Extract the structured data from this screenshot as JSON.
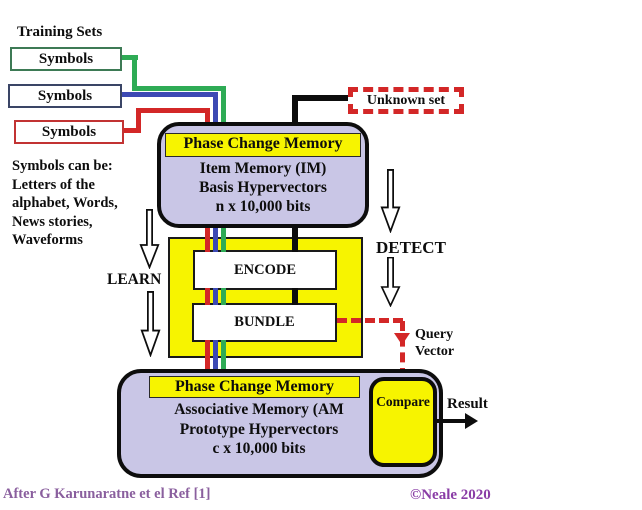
{
  "colors": {
    "lavender": "#c9c6e6",
    "yellow": "#f7f400",
    "wire_green": "#2eab55",
    "wire_blue": "#3c49b4",
    "wire_red": "#d32727",
    "wire_black": "#0d0d0d",
    "footer_left_color": "#8a5f9e",
    "footer_right_color": "#8a3da6"
  },
  "labels": {
    "training_sets": "Training Sets",
    "symbols_1": "Symbols",
    "symbols_2": "Symbols",
    "symbols_3": "Symbols",
    "symbols_note": [
      "Symbols can be:",
      "Letters of the",
      "alphabet, Words,",
      "News stories,",
      "Waveforms"
    ],
    "unknown_set": "Unknown set",
    "learn": "LEARN",
    "detect": "DETECT",
    "query_vector": [
      "Query",
      "Vector"
    ],
    "result": "Result"
  },
  "item_memory": {
    "title": "Phase Change Memory",
    "line1": "Item Memory (IM)",
    "line2": "Basis Hypervectors",
    "line3": "n x 10,000 bits"
  },
  "encoder": {
    "encode": "ENCODE",
    "bundle": "BUNDLE"
  },
  "associative_memory": {
    "title": "Phase Change Memory",
    "line1": "Associative  Memory (AM",
    "line2": "Prototype Hypervectors",
    "line3": "c x 10,000 bits",
    "compare": "Compare"
  },
  "footer": {
    "left": "After  G Karunaratne et el Ref [1]",
    "right": "©Neale 2020"
  }
}
